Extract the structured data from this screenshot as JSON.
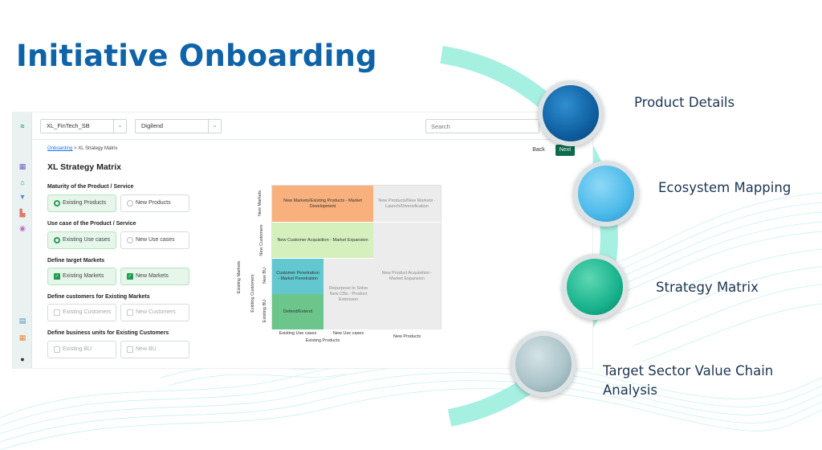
{
  "page": {
    "title": "Initiative Onboarding"
  },
  "colors": {
    "title": "#0f63a8",
    "arc": "#a6f0e2",
    "wave": "#b9ecec",
    "circle_product": "#0f5fa0",
    "circle_ecosystem": "#4ab9ea",
    "circle_strategy": "#17b38c",
    "circle_target": "#a9c2c8"
  },
  "steps": [
    {
      "label": "Product Details"
    },
    {
      "label": "Ecosystem Mapping"
    },
    {
      "label": "Strategy Matrix"
    },
    {
      "label_line1": "Target Sector Value Chain",
      "label_line2": "Analysis"
    }
  ],
  "app": {
    "org_select": "XL_FinTech_SB",
    "unit_select": "Digilend",
    "search_placeholder": "Search",
    "breadcrumb_link": "Onboarding",
    "breadcrumb_rest": " > XL Strategy Matrix",
    "back_label": "Back",
    "next_label": "Next",
    "heading": "XL Strategy Matrix",
    "questions": [
      {
        "label": "Maturity of the Product / Service",
        "options": [
          "Existing Products",
          "New Products"
        ],
        "selected": [
          true,
          false
        ],
        "type": "radio"
      },
      {
        "label": "Use case of the Product / Service",
        "options": [
          "Existing Use cases",
          "New Use cases"
        ],
        "selected": [
          true,
          false
        ],
        "type": "radio"
      },
      {
        "label": "Define target Markets",
        "options": [
          "Existing Markets",
          "New Markets"
        ],
        "selected": [
          true,
          true
        ],
        "type": "checkbox"
      },
      {
        "label": "Define customers for Existing Markets",
        "options": [
          "Existing Customers",
          "New Customers"
        ],
        "selected": [
          false,
          false
        ],
        "type": "checkbox"
      },
      {
        "label": "Define business units for Existing Customers",
        "options": [
          "Existing BU",
          "New BU"
        ],
        "selected": [
          false,
          false
        ],
        "type": "checkbox"
      }
    ],
    "matrix": {
      "cells": {
        "nm_existing": "New Markets/Existing Products - Market Development",
        "nm_new": "New Products/New Markets - Launch/Diversification",
        "nc_existing": "New Customer Acquisition - Market Expansion",
        "nc_new": "New Product Acquisition - Market Expansion",
        "nbu_existing_use": "Customer Penetration - Market Penetration",
        "nbu_new_use": "Repurpose to Solve New CBs - Product Extension",
        "ebu_existing_use": "Defend/Extend"
      },
      "row_labels": {
        "new_markets": "New Markets",
        "existing_markets": "Existing Markets",
        "new_customers": "New Customers",
        "existing_customers": "Existing Customers",
        "new_bu": "New BU",
        "existing_bu": "Existing BU"
      },
      "col_labels": {
        "existing_use": "Existing Use cases",
        "new_use": "New Use cases",
        "existing_products": "Existing Products",
        "new_products": "New Products"
      },
      "cell_colors": {
        "orange": "#f8b07c",
        "lightgreen": "#d5f0bd",
        "teal": "#62c7cf",
        "green": "#6cc58b",
        "grey": "#ececec"
      }
    }
  }
}
